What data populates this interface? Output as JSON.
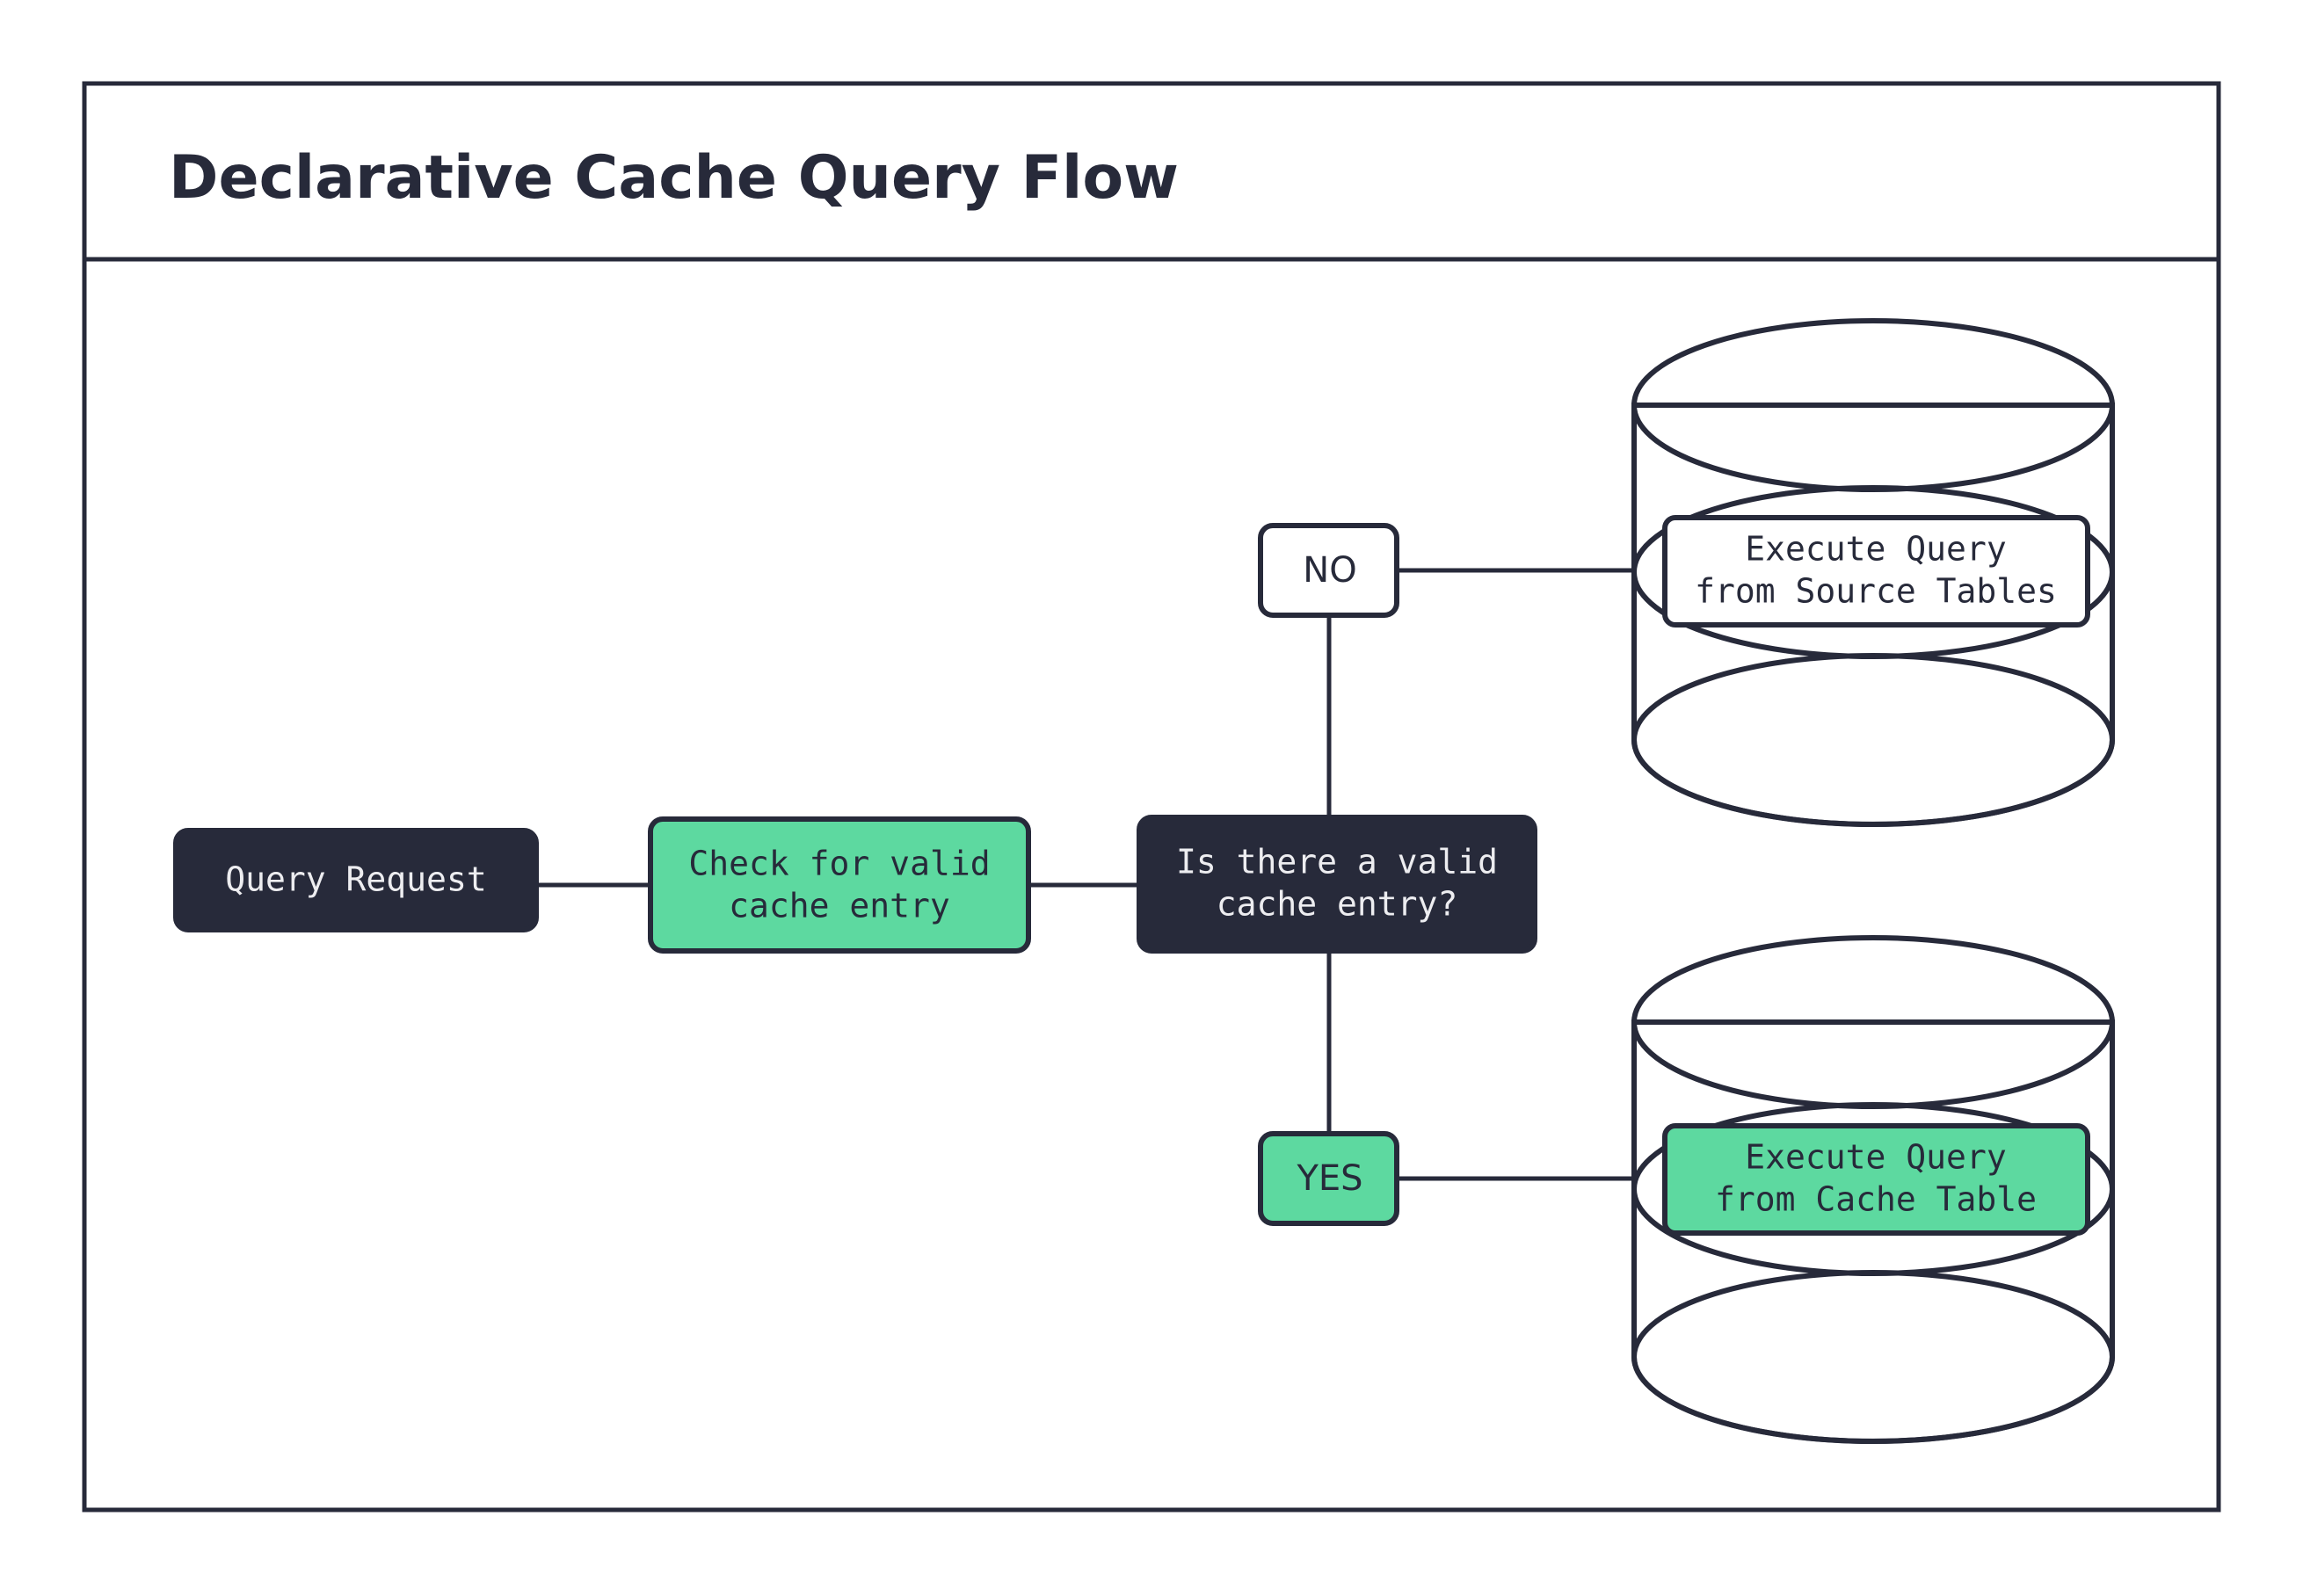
{
  "diagram": {
    "title": "Declarative Cache Query Flow",
    "colors": {
      "dark": "#272A3A",
      "green": "#5DD9A0",
      "white": "#FFFFFF",
      "text_on_dark": "#EDEDF0"
    },
    "nodes": {
      "query_request": {
        "label": "Query Request",
        "style": "dark"
      },
      "check_cache": {
        "line1": "Check for valid",
        "line2": "cache entry",
        "style": "green"
      },
      "decision": {
        "line1": "Is there a valid",
        "line2": "cache entry?",
        "style": "dark"
      },
      "branch_no": {
        "label": "NO",
        "style": "white"
      },
      "branch_yes": {
        "label": "YES",
        "style": "green"
      },
      "source_tables": {
        "line1": "Execute Query",
        "line2": "from Source Tables",
        "style": "white"
      },
      "cache_table": {
        "line1": "Execute Query",
        "line2": "from Cache Table",
        "style": "green"
      }
    },
    "datastores": {
      "source_db": {
        "name": "source-database-cylinder"
      },
      "cache_db": {
        "name": "cache-database-cylinder"
      }
    },
    "edges": [
      {
        "from": "query_request",
        "to": "check_cache"
      },
      {
        "from": "check_cache",
        "to": "decision"
      },
      {
        "from": "decision",
        "to": "branch_no",
        "label": "NO"
      },
      {
        "from": "branch_no",
        "to": "source_tables"
      },
      {
        "from": "decision",
        "to": "branch_yes",
        "label": "YES"
      },
      {
        "from": "branch_yes",
        "to": "cache_table"
      }
    ]
  }
}
